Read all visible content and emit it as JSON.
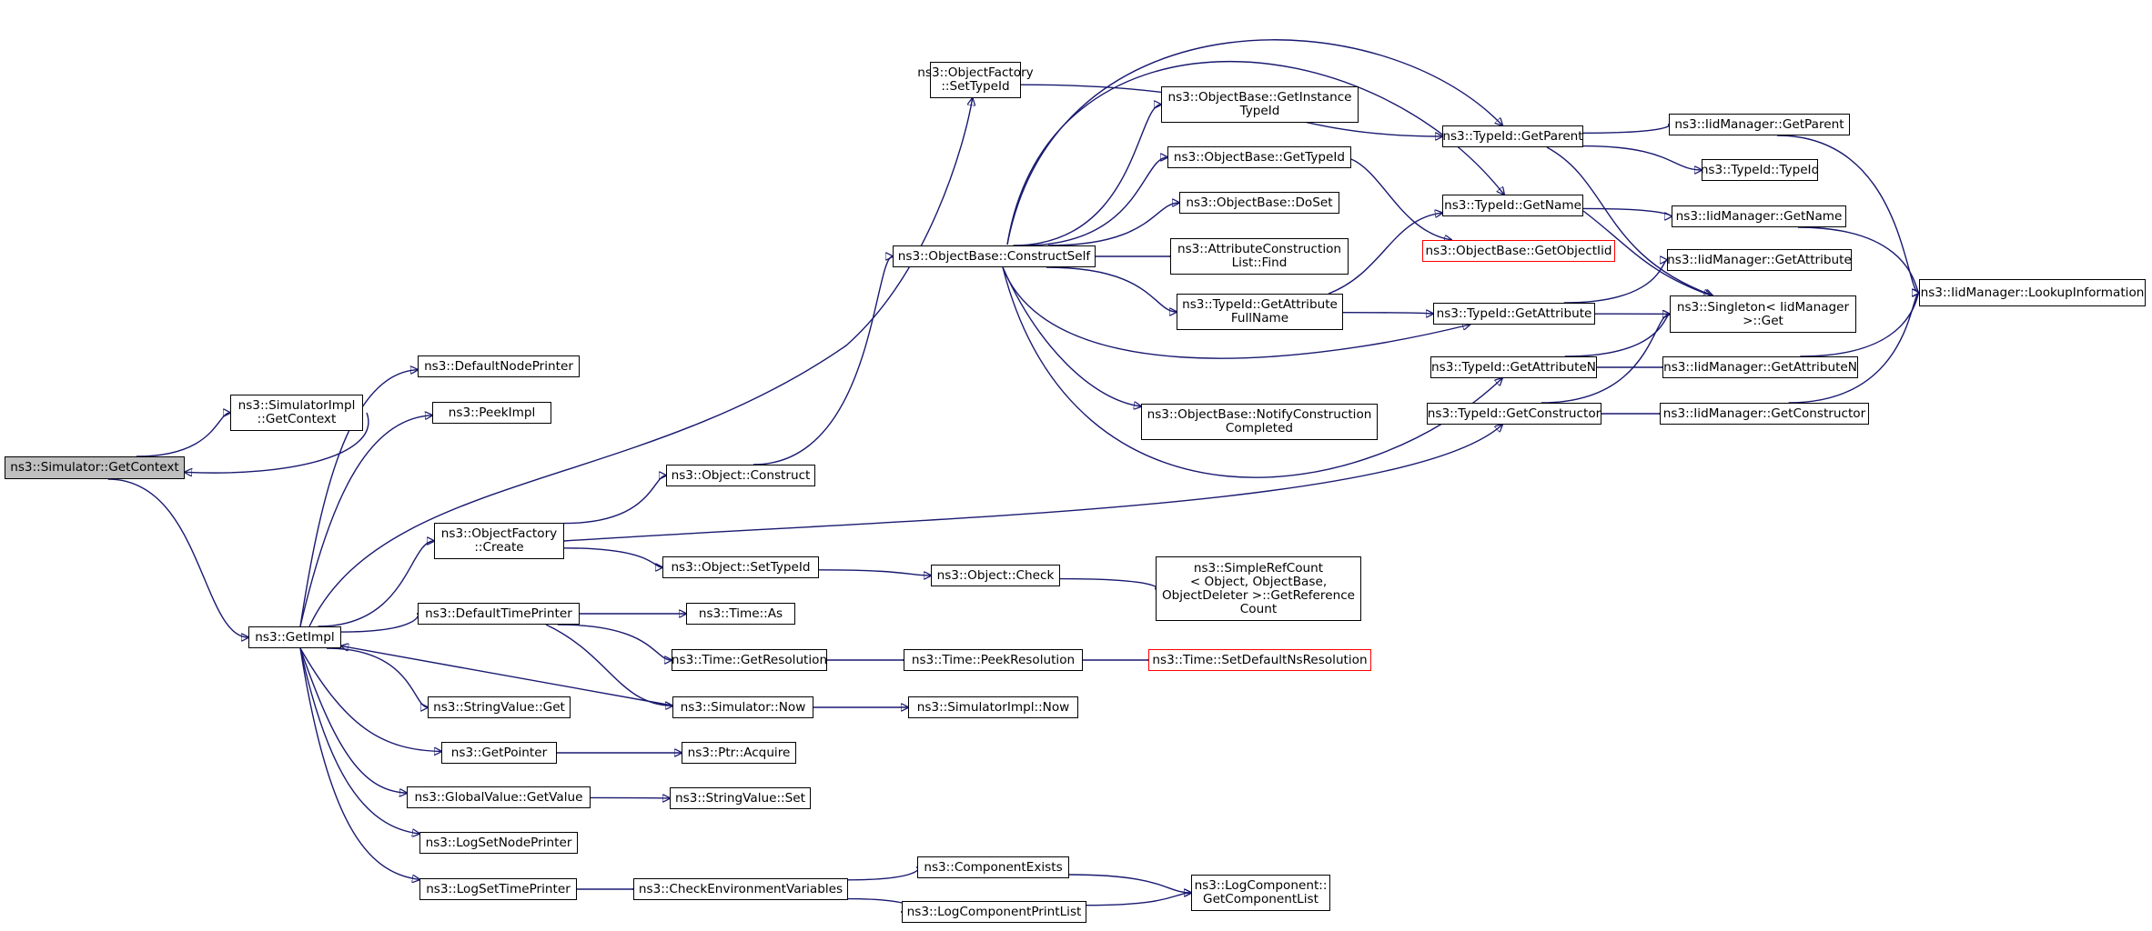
{
  "graph": {
    "title": "",
    "colors": {
      "edge": "#191970",
      "node_border": "#000000",
      "truncated_border": "#ff0000",
      "root_fill": "#bfbfbf"
    },
    "nodes": [
      {
        "id": "getcontext",
        "label": "ns3::Simulator::GetContext",
        "root": true
      },
      {
        "id": "simimpl_getcontext",
        "label": "ns3::SimulatorImpl\n::GetContext"
      },
      {
        "id": "getimpl",
        "label": "ns3::GetImpl"
      },
      {
        "id": "defaultnodeprinter",
        "label": "ns3::DefaultNodePrinter"
      },
      {
        "id": "peekimpl",
        "label": "ns3::PeekImpl"
      },
      {
        "id": "objfactory_create",
        "label": "ns3::ObjectFactory\n::Create"
      },
      {
        "id": "defaulttimeprinter",
        "label": "ns3::DefaultTimePrinter"
      },
      {
        "id": "stringvalue_get",
        "label": "ns3::StringValue::Get"
      },
      {
        "id": "getpointer",
        "label": "ns3::GetPointer"
      },
      {
        "id": "globalvalue_getvalue",
        "label": "ns3::GlobalValue::GetValue"
      },
      {
        "id": "logsetnodeprinter",
        "label": "ns3::LogSetNodePrinter"
      },
      {
        "id": "logsettimeprinter",
        "label": "ns3::LogSetTimePrinter"
      },
      {
        "id": "objfactory_settypeid",
        "label": "ns3::ObjectFactory\n::SetTypeId"
      },
      {
        "id": "object_construct",
        "label": "ns3::Object::Construct"
      },
      {
        "id": "object_settypeid",
        "label": "ns3::Object::SetTypeId"
      },
      {
        "id": "time_as",
        "label": "ns3::Time::As"
      },
      {
        "id": "time_getresolution",
        "label": "ns3::Time::GetResolution"
      },
      {
        "id": "simulator_now",
        "label": "ns3::Simulator::Now"
      },
      {
        "id": "ptr_acquire",
        "label": "ns3::Ptr::Acquire"
      },
      {
        "id": "stringvalue_set",
        "label": "ns3::StringValue::Set"
      },
      {
        "id": "checkenv",
        "label": "ns3::CheckEnvironmentVariables"
      },
      {
        "id": "constructself",
        "label": "ns3::ObjectBase::ConstructSelf"
      },
      {
        "id": "object_check",
        "label": "ns3::Object::Check"
      },
      {
        "id": "time_peekresolution",
        "label": "ns3::Time::PeekResolution"
      },
      {
        "id": "simimpl_now",
        "label": "ns3::SimulatorImpl::Now"
      },
      {
        "id": "componentexists",
        "label": "ns3::ComponentExists"
      },
      {
        "id": "logcomponentprintlist",
        "label": "ns3::LogComponentPrintList"
      },
      {
        "id": "getinstancetypeid",
        "label": "ns3::ObjectBase::GetInstance\nTypeId"
      },
      {
        "id": "objectbase_gettypeid",
        "label": "ns3::ObjectBase::GetTypeId"
      },
      {
        "id": "doset",
        "label": "ns3::ObjectBase::DoSet"
      },
      {
        "id": "attrconstructionlist_find",
        "label": "ns3::AttributeConstruction\nList::Find"
      },
      {
        "id": "getattributefullname",
        "label": "ns3::TypeId::GetAttribute\nFullName"
      },
      {
        "id": "notifyconstructioncompleted",
        "label": "ns3::ObjectBase::NotifyConstruction\nCompleted"
      },
      {
        "id": "simplerefcount",
        "label": "ns3::SimpleRefCount\n< Object, ObjectBase,\n ObjectDeleter >::GetReference\nCount"
      },
      {
        "id": "setdefaultnsresolution",
        "label": "ns3::Time::SetDefaultNsResolution",
        "truncated": true
      },
      {
        "id": "getcomponentlist",
        "label": "ns3::LogComponent::\nGetComponentList"
      },
      {
        "id": "typeid_getparent",
        "label": "ns3::TypeId::GetParent"
      },
      {
        "id": "typeid_getname",
        "label": "ns3::TypeId::GetName"
      },
      {
        "id": "getobjectiid",
        "label": "ns3::ObjectBase::GetObjectIid",
        "truncated": true
      },
      {
        "id": "typeid_getattribute",
        "label": "ns3::TypeId::GetAttribute"
      },
      {
        "id": "typeid_getattributen",
        "label": "ns3::TypeId::GetAttributeN"
      },
      {
        "id": "typeid_getconstructor",
        "label": "ns3::TypeId::GetConstructor"
      },
      {
        "id": "iid_getparent",
        "label": "ns3::IidManager::GetParent"
      },
      {
        "id": "typeid_typeid",
        "label": "ns3::TypeId::TypeId"
      },
      {
        "id": "iid_getname",
        "label": "ns3::IidManager::GetName"
      },
      {
        "id": "iid_getattribute",
        "label": "ns3::IidManager::GetAttribute"
      },
      {
        "id": "singleton_get",
        "label": "ns3::Singleton< IidManager\n >::Get"
      },
      {
        "id": "iid_getattributen",
        "label": "ns3::IidManager::GetAttributeN"
      },
      {
        "id": "iid_getconstructor",
        "label": "ns3::IidManager::GetConstructor"
      },
      {
        "id": "iid_lookupinformation",
        "label": "ns3::IidManager::LookupInformation"
      }
    ],
    "edges": [
      [
        "getcontext",
        "simimpl_getcontext"
      ],
      [
        "getcontext",
        "getimpl"
      ],
      [
        "simimpl_getcontext",
        "getcontext"
      ],
      [
        "getimpl",
        "defaultnodeprinter"
      ],
      [
        "getimpl",
        "peekimpl"
      ],
      [
        "getimpl",
        "objfactory_create"
      ],
      [
        "getimpl",
        "defaulttimeprinter"
      ],
      [
        "getimpl",
        "stringvalue_get"
      ],
      [
        "getimpl",
        "getpointer"
      ],
      [
        "getimpl",
        "globalvalue_getvalue"
      ],
      [
        "getimpl",
        "logsetnodeprinter"
      ],
      [
        "getimpl",
        "logsettimeprinter"
      ],
      [
        "getimpl",
        "objfactory_settypeid"
      ],
      [
        "objfactory_create",
        "object_construct"
      ],
      [
        "objfactory_create",
        "object_settypeid"
      ],
      [
        "objfactory_create",
        "typeid_getconstructor"
      ],
      [
        "defaulttimeprinter",
        "time_as"
      ],
      [
        "defaulttimeprinter",
        "time_getresolution"
      ],
      [
        "defaulttimeprinter",
        "simulator_now"
      ],
      [
        "simulator_now",
        "getimpl"
      ],
      [
        "simulator_now",
        "simimpl_now"
      ],
      [
        "getpointer",
        "ptr_acquire"
      ],
      [
        "globalvalue_getvalue",
        "stringvalue_set"
      ],
      [
        "logsettimeprinter",
        "checkenv"
      ],
      [
        "checkenv",
        "componentexists"
      ],
      [
        "checkenv",
        "logcomponentprintlist"
      ],
      [
        "componentexists",
        "getcomponentlist"
      ],
      [
        "logcomponentprintlist",
        "getcomponentlist"
      ],
      [
        "object_construct",
        "constructself"
      ],
      [
        "object_settypeid",
        "object_check"
      ],
      [
        "object_check",
        "simplerefcount"
      ],
      [
        "time_getresolution",
        "time_peekresolution"
      ],
      [
        "time_peekresolution",
        "setdefaultnsresolution"
      ],
      [
        "objfactory_settypeid",
        "typeid_getparent"
      ],
      [
        "constructself",
        "getinstancetypeid"
      ],
      [
        "constructself",
        "objectbase_gettypeid"
      ],
      [
        "constructself",
        "doset"
      ],
      [
        "constructself",
        "attrconstructionlist_find"
      ],
      [
        "constructself",
        "getattributefullname"
      ],
      [
        "constructself",
        "notifyconstructioncompleted"
      ],
      [
        "constructself",
        "typeid_getname"
      ],
      [
        "constructself",
        "typeid_getparent"
      ],
      [
        "constructself",
        "typeid_getattribute"
      ],
      [
        "constructself",
        "typeid_getattributen"
      ],
      [
        "objectbase_gettypeid",
        "getobjectiid"
      ],
      [
        "getattributefullname",
        "typeid_getname"
      ],
      [
        "getattributefullname",
        "typeid_getattribute"
      ],
      [
        "typeid_getparent",
        "iid_getparent"
      ],
      [
        "typeid_getparent",
        "typeid_typeid"
      ],
      [
        "typeid_getparent",
        "singleton_get"
      ],
      [
        "typeid_getname",
        "iid_getname"
      ],
      [
        "typeid_getname",
        "singleton_get"
      ],
      [
        "typeid_getattribute",
        "iid_getattribute"
      ],
      [
        "typeid_getattribute",
        "singleton_get"
      ],
      [
        "typeid_getattributen",
        "iid_getattributen"
      ],
      [
        "typeid_getattributen",
        "singleton_get"
      ],
      [
        "typeid_getconstructor",
        "iid_getconstructor"
      ],
      [
        "typeid_getconstructor",
        "singleton_get"
      ],
      [
        "iid_getparent",
        "iid_lookupinformation"
      ],
      [
        "iid_getname",
        "iid_lookupinformation"
      ],
      [
        "iid_getattributen",
        "iid_lookupinformation"
      ],
      [
        "iid_getconstructor",
        "iid_lookupinformation"
      ]
    ]
  }
}
